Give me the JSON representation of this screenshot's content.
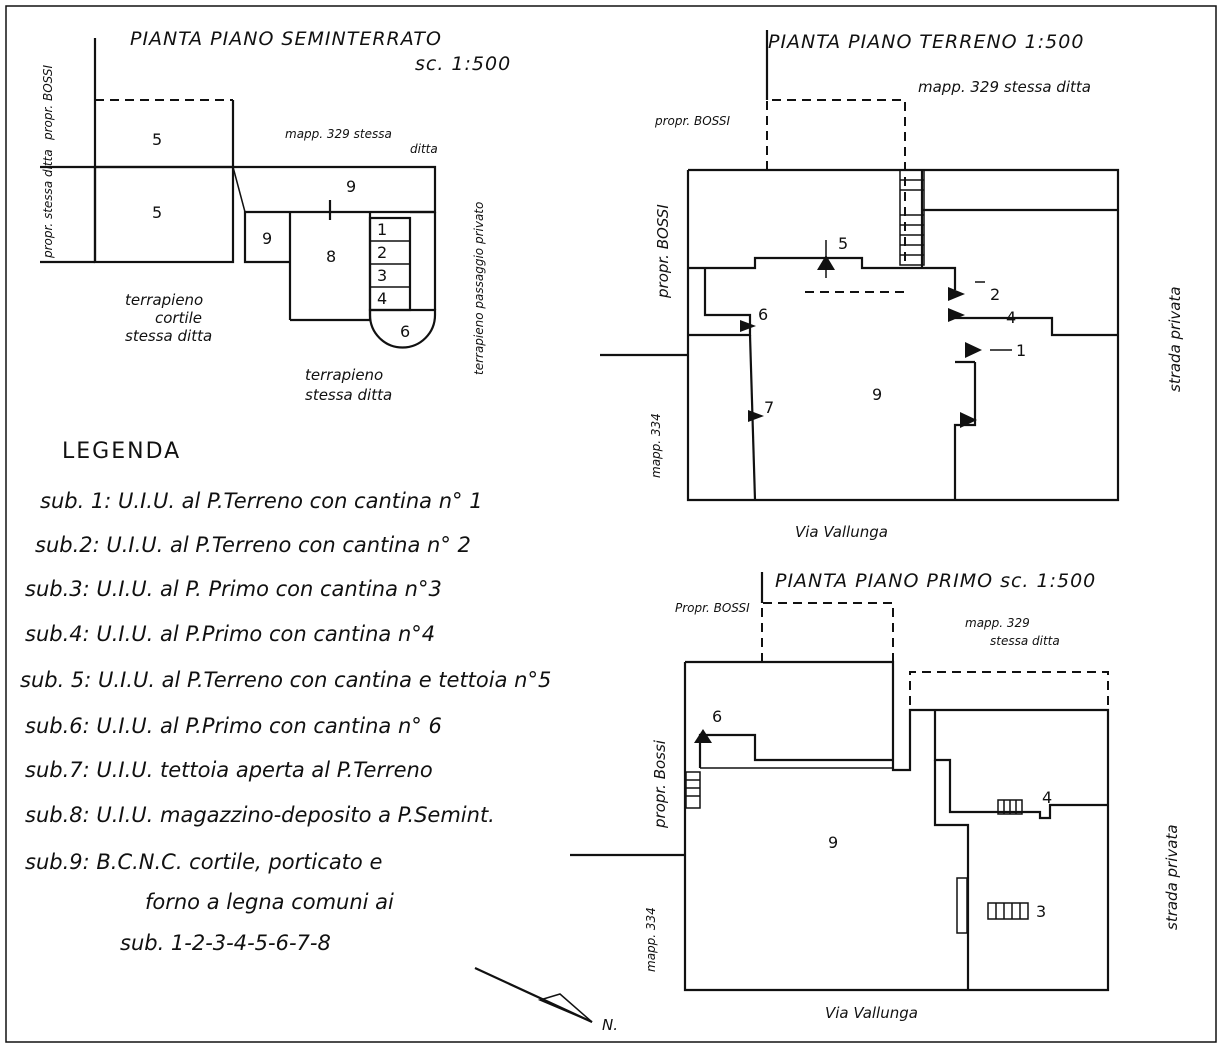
{
  "plans": {
    "basement": {
      "title": "PIANTA  PIANO  SEMINTERRATO",
      "scale": "sc. 1:500",
      "labels": {
        "propr_bossi": "propr. BOSSI",
        "propr_stessa_ditta": "propr. stessa ditta",
        "mapp_329_l1": "mapp. 329 stessa",
        "mapp_329_l2": "ditta",
        "passaggio": "terrapieno passaggio privato",
        "cortile_l1": "terrapieno",
        "cortile_l2": "cortile",
        "cortile_l3": "stessa ditta",
        "terrapieno_l1": "terrapieno",
        "terrapieno_l2": "stessa ditta"
      },
      "numbers": [
        "5",
        "5",
        "9",
        "9",
        "8",
        "1",
        "2",
        "3",
        "4",
        "6"
      ]
    },
    "ground": {
      "title": "PIANTA  PIANO  TERRENO  1:500",
      "labels": {
        "mapp_329": "mapp. 329  stessa ditta",
        "propr_bossi_top": "propr. BOSSI",
        "propr_bossi_side": "propr. BOSSI",
        "strada": "strada privata",
        "mapp_334": "mapp. 334",
        "via": "Via Vallunga"
      },
      "numbers": [
        "5",
        "2",
        "4",
        "1",
        "6",
        "7",
        "9"
      ]
    },
    "first": {
      "title": "PIANTA  PIANO  PRIMO   sc. 1:500",
      "labels": {
        "propr_bossi_top": "Propr. BOSSI",
        "mapp_329_l1": "mapp. 329",
        "mapp_329_l2": "stessa ditta",
        "propr_bossi_side": "propr. Bossi",
        "strada": "strada privata",
        "mapp_334": "mapp. 334",
        "via": "Via Vallunga"
      },
      "numbers": [
        "6",
        "4",
        "9",
        "3"
      ]
    }
  },
  "legend": {
    "title": "LEGENDA",
    "items": [
      "sub. 1: U.I.U. al P.Terreno con cantina n° 1",
      "sub.2: U.I.U. al P.Terreno con cantina n° 2",
      "sub.3: U.I.U. al P. Primo con cantina n°3",
      "sub.4: U.I.U. al P.Primo con cantina n°4",
      "sub. 5: U.I.U. al P.Terreno con cantina e tettoia n°5",
      "sub.6: U.I.U. al P.Primo con cantina n° 6",
      "sub.7: U.I.U. tettoia aperta al P.Terreno",
      "sub.8: U.I.U. magazzino-deposito a P.Semint.",
      "sub.9: B.C.N.C. cortile, porticato e",
      "forno a legna comuni ai",
      "sub. 1-2-3-4-5-6-7-8"
    ]
  },
  "north": {
    "label": "N."
  }
}
